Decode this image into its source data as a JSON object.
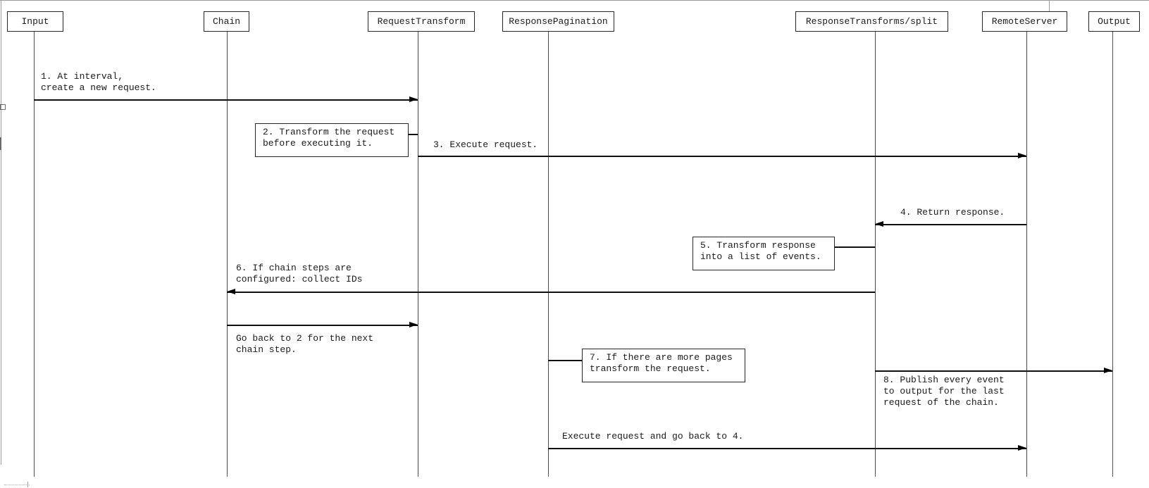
{
  "diagram": {
    "type": "sequence-diagram",
    "actors": [
      {
        "label": "Input"
      },
      {
        "label": "Chain"
      },
      {
        "label": "RequestTransform"
      },
      {
        "label": "ResponsePagination"
      },
      {
        "label": "ResponseTransforms/split"
      },
      {
        "label": "RemoteServer"
      },
      {
        "label": "Output"
      }
    ],
    "messages": [
      {
        "label": "1. At interval,\ncreate a new request.",
        "from": "Input",
        "to": "RequestTransform"
      },
      {
        "label": "3. Execute request.",
        "from": "RequestTransform",
        "to": "RemoteServer"
      },
      {
        "label": "4. Return response.",
        "from": "RemoteServer",
        "to": "ResponseTransforms/split"
      },
      {
        "label": "6. If chain steps are\nconfigured: collect IDs",
        "from": "ResponseTransforms/split",
        "to": "Chain"
      },
      {
        "label": "Go back to 2 for the next\nchain step.",
        "from": "Chain",
        "to": "RequestTransform"
      },
      {
        "label": "8. Publish every event\nto output for the last\nrequest of the chain.",
        "from": "ResponseTransforms/split",
        "to": "Output"
      },
      {
        "label": "Execute request and go back to 4.",
        "from": "ResponsePagination",
        "to": "RemoteServer"
      }
    ],
    "notes": [
      {
        "label": "2. Transform the request\nbefore executing it.",
        "attached_to": "RequestTransform"
      },
      {
        "label": "5. Transform response\ninto a list of events.",
        "attached_to": "ResponseTransforms/split"
      },
      {
        "label": "7. If there are more pages\ntransform the request.",
        "attached_to": "ResponsePagination"
      }
    ],
    "colors": {
      "line": "#101010",
      "lifeline": "#4e4e4e",
      "background": "#ffffff",
      "text": "#1b1b1b"
    }
  }
}
